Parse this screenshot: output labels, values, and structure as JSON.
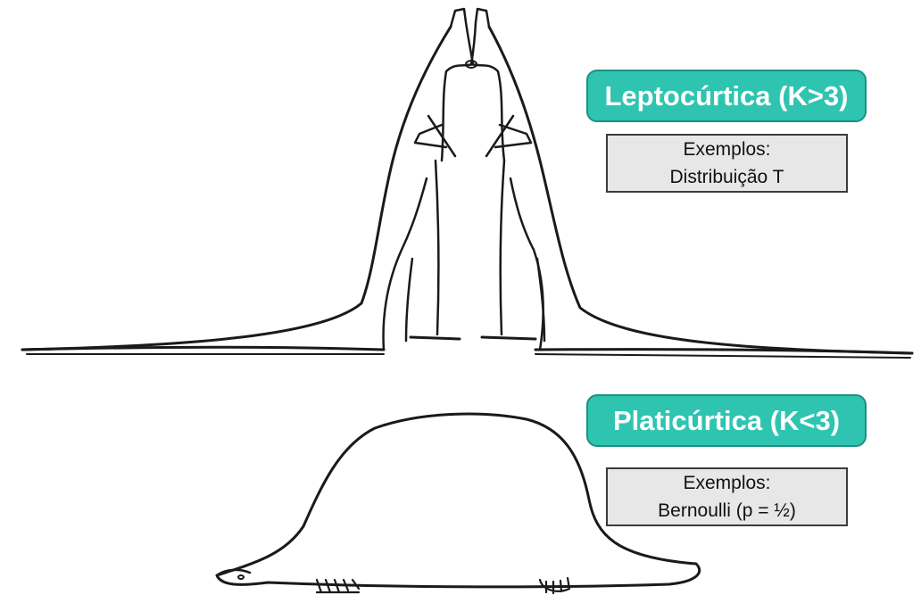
{
  "leptokurtic": {
    "title": "Leptocúrtica (K>3)",
    "examples_label": "Exemplos:",
    "examples_value": "Distribuição T"
  },
  "platykurtic": {
    "title": "Platicúrtica (K<3)",
    "examples_label": "Exemplos:",
    "examples_value": "Bernoulli (p = ½)"
  },
  "colors": {
    "title_fill": "#2ec4b0",
    "title_border": "#1d8f80",
    "example_fill": "#e7e7e7",
    "line": "#1a1a1a"
  },
  "illustrations": {
    "top": "kangaroos-icon",
    "bottom": "platypus-icon"
  }
}
